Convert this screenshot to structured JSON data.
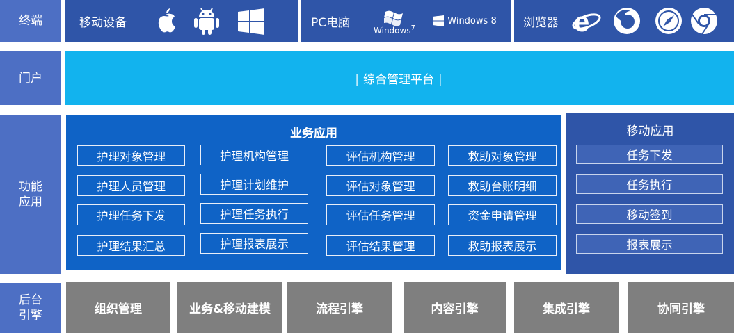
{
  "rows": {
    "terminal": "终端",
    "portal": "门户",
    "function": "功能应用",
    "backend": "后台引擎"
  },
  "terminal": {
    "mobile_label": "移动设备",
    "pc_label": "PC电脑",
    "win7_text": "Windows",
    "win7_version": "7",
    "win8_text": "Windows",
    "win8_version": "8",
    "browser_label": "浏览器"
  },
  "portal": {
    "title": "综合管理平台"
  },
  "business": {
    "title": "业务应用",
    "items": [
      "护理对象管理",
      "护理机构管理",
      "评估机构管理",
      "救助对象管理",
      "护理人员管理",
      "护理计划维护",
      "评估对象管理",
      "救助台账明细",
      "护理任务下发",
      "护理任务执行",
      "评估任务管理",
      "资金申请管理",
      "护理结果汇总",
      "护理报表展示",
      "评估结果管理",
      "救助报表展示"
    ]
  },
  "mobile_app": {
    "title": "移动应用",
    "items": [
      "任务下发",
      "任务执行",
      "移动签到",
      "报表展示"
    ]
  },
  "engines": [
    "组织管理",
    "业务&移动建模",
    "流程引擎",
    "内容引擎",
    "集成引擎",
    "协同引擎"
  ]
}
